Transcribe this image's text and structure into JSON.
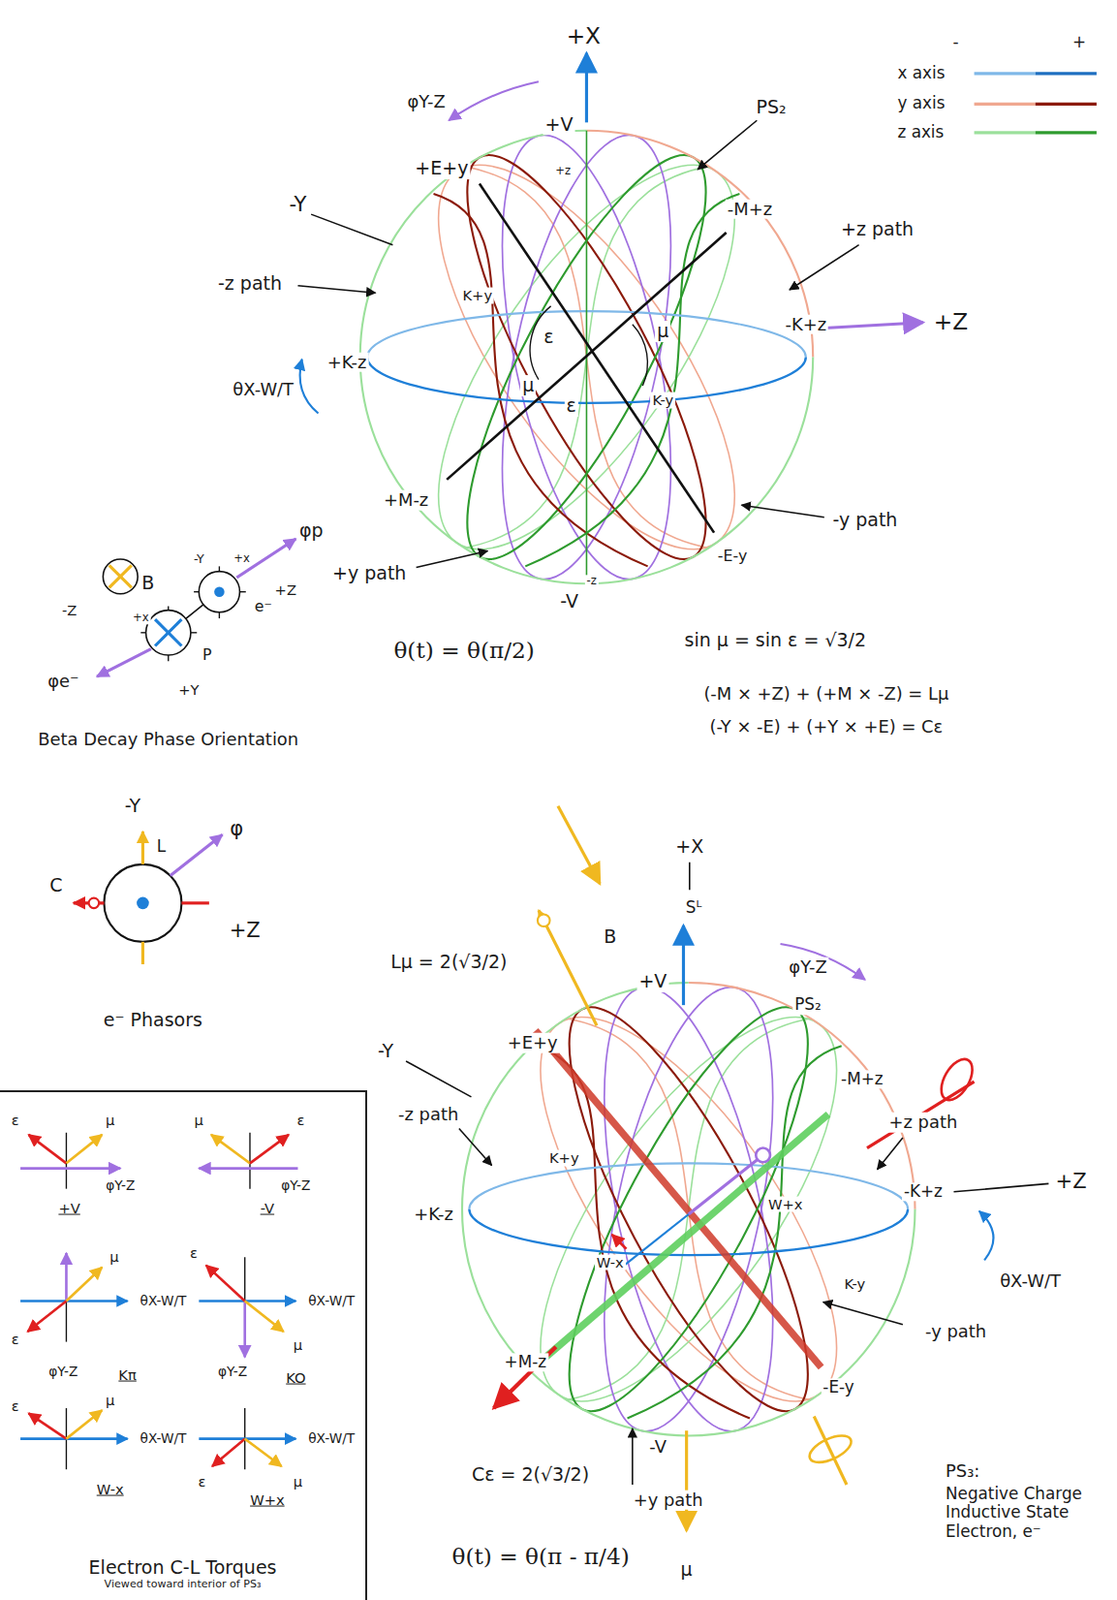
{
  "diagram": {
    "nodes": [
      {
        "text": [
          "Electron C-L Torques",
          "Viewed toward interior of PS₃"
        ]
      }
    ],
    "labels": [
      "-",
      "+",
      "+X",
      "+V",
      "+E+y",
      "-Y",
      "-z path",
      "PS₂",
      "-M+z",
      "+z path",
      "K+y",
      "ε",
      "μ",
      "μ",
      "ε",
      "+K-z",
      "-K+z",
      "+Z",
      "θX-W/T",
      "K-y",
      "+M-z",
      "-y path",
      "+y path",
      "-V",
      "-E-y",
      "+z",
      "-z",
      "φY-Z",
      "θ(t) = θ(π/2)",
      "sin μ = sin ε = √3/2",
      "(-M × +Z) + (+M × -Z) = Lμ",
      "(-Y × -E) + (+Y × +E) = Cε",
      "B",
      "-Z",
      "-Y",
      "+x",
      "e⁻",
      "+Z",
      "P",
      "+x",
      "+Y",
      "φp",
      "φe⁻",
      "Beta Decay Phase Orientation",
      "-Y",
      "L",
      "φ",
      "C",
      "+Z",
      "e⁻ Phasors",
      "+X",
      "Sᴸ",
      "+V",
      "B",
      "Lμ = 2(√3/2)",
      "φY-Z",
      "PS₂",
      "-Y",
      "+E+y",
      "-M+z",
      "-z path",
      "+z path",
      "K+y",
      "-K+z",
      "+Z",
      "+K-z",
      "W+x",
      "W-x",
      "θX-W/T",
      "K-y",
      "-y path",
      "+M-z",
      "-V",
      "-E-y",
      "Cε = 2(√3/2)",
      "+y path",
      "μ",
      "θ(t) = θ(π - π/4)",
      "PS₃:",
      "Negative Charge Inductive State Electron, e⁻",
      "ε",
      "μ",
      "φY-Z",
      "+V",
      "μ",
      "ε",
      "φY-Z",
      "-V",
      "μ",
      "ε",
      "θX-W/T",
      "φY-Z",
      "Kπ",
      "ε",
      "θX-W/T",
      "μ",
      "φY-Z",
      "KO",
      "ε",
      "μ",
      "θX-W/T",
      "W-x",
      "θX-W/T",
      "ε",
      "μ",
      "W+x"
    ],
    "legend": [
      {
        "text": "x axis"
      },
      {
        "text": "y axis"
      },
      {
        "text": "z axis"
      }
    ]
  }
}
